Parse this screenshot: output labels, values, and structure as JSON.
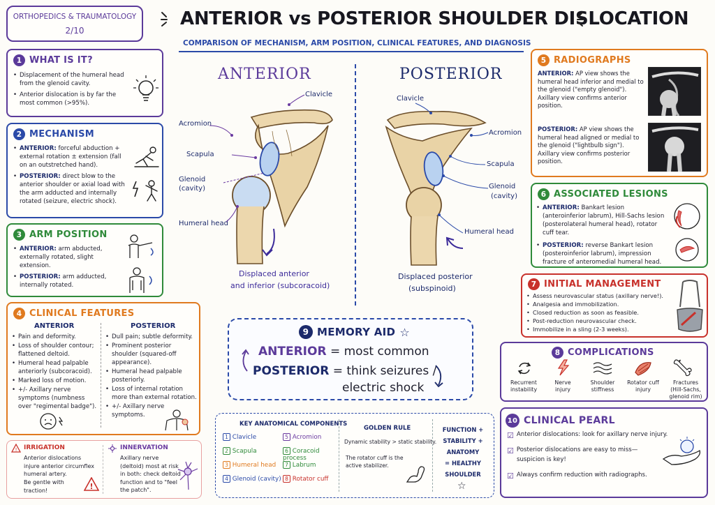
{
  "header": {
    "course": "ORTHOPEDICS & TRAUMATOLOGY",
    "page": "2/10",
    "title": "ANTERIOR vs POSTERIOR SHOULDER DISLOCATION",
    "subtitle": "COMPARISON OF MECHANISM, ARM POSITION, CLINICAL FEATURES, AND DIAGNOSIS"
  },
  "what_is_it": {
    "num": "1",
    "title": "WHAT IS IT?",
    "items": [
      "Displacement of the humeral head from the glenoid cavity.",
      "Anterior dislocation is by far the most common (>95%)."
    ],
    "icon": "lightbulb-icon"
  },
  "mechanism": {
    "num": "2",
    "title": "MECHANISM",
    "anterior_kw": "ANTERIOR:",
    "anterior": "forceful abduction + external rotation ± extension (fall on an outstretched hand).",
    "posterior_kw": "POSTERIOR:",
    "posterior": "direct blow to the anterior shoulder or axial load with the arm adducted and internally rotated (seizure, electric shock)."
  },
  "arm_position": {
    "num": "3",
    "title": "ARM POSITION",
    "anterior_kw": "ANTERIOR:",
    "anterior": "arm abducted, externally rotated, slight extension.",
    "posterior_kw": "POSTERIOR:",
    "posterior": "arm adducted, internally rotated."
  },
  "clinical": {
    "num": "4",
    "title": "CLINICAL FEATURES",
    "anterior_head": "ANTERIOR",
    "anterior": [
      "Pain and deformity.",
      "Loss of shoulder contour; flattened deltoid.",
      "Humeral head palpable anteriorly (subcoracoid).",
      "Marked loss of motion.",
      "+/- Axillary nerve symptoms (numbness over \"regimental badge\")."
    ],
    "posterior_head": "POSTERIOR",
    "posterior": [
      "Dull pain; subtle deformity.",
      "Prominent posterior shoulder (squared-off appearance).",
      "Humeral head palpable posteriorly.",
      "Loss of internal rotation more than external rotation.",
      "+/- Axillary nerve symptoms."
    ]
  },
  "irrigation": {
    "title": "IRRIGATION",
    "text": "Anterior dislocations injure anterior circumflex humeral artery.",
    "text2": "Be gentle with traction!"
  },
  "innervation": {
    "title": "INNERVATION",
    "text": "Axillary nerve (deltoid) most at risk in both: check deltoid function and to \"feel the patch\"."
  },
  "diagram": {
    "anterior_title": "ANTERIOR",
    "posterior_title": "POSTERIOR",
    "ant_labels": {
      "clavicle": "Clavicle",
      "acromion": "Acromion",
      "scapula": "Scapula",
      "glenoid": "Glenoid",
      "glenoid2": "(cavity)",
      "humeral_head": "Humeral head"
    },
    "post_labels": {
      "clavicle": "Clavicle",
      "acromion": "Acromion",
      "scapula": "Scapula",
      "glenoid": "Glenoid",
      "glenoid2": "(cavity)",
      "humeral_head": "Humeral head"
    },
    "ant_caption1": "Displaced anterior",
    "ant_caption2": "and inferior (subcoracoid)",
    "post_caption1": "Displaced posterior",
    "post_caption2": "(subspinoid)"
  },
  "memory": {
    "num": "9",
    "title": "MEMORY AID",
    "l1_kw": "ANTERIOR",
    "l1": "= most common",
    "l2_kw": "POSTERIOR",
    "l2": "= think seizures /",
    "l3": "electric shock"
  },
  "components": {
    "title": "KEY ANATOMICAL COMPONENTS",
    "items": [
      {
        "n": "1",
        "t": "Clavicle",
        "c": "#2b4aa8"
      },
      {
        "n": "2",
        "t": "Scapula",
        "c": "#2f8a3a"
      },
      {
        "n": "3",
        "t": "Humeral head",
        "c": "#e07a1f"
      },
      {
        "n": "4",
        "t": "Glenoid (cavity)",
        "c": "#2b4aa8"
      },
      {
        "n": "5",
        "t": "Acromion",
        "c": "#6a3aa0"
      },
      {
        "n": "6",
        "t": "Coracoid process",
        "c": "#2f8a3a"
      },
      {
        "n": "7",
        "t": "Labrum",
        "c": "#2f8a3a"
      },
      {
        "n": "8",
        "t": "Rotator cuff",
        "c": "#c8312b"
      }
    ],
    "golden_title": "GOLDEN RULE",
    "golden1": "Dynamic stability > static stability.",
    "golden2": "The rotator cuff is the active stabilizer.",
    "func": [
      "FUNCTION +",
      "STABILITY +",
      "ANATOMY",
      "= HEALTHY",
      "SHOULDER"
    ]
  },
  "radiographs": {
    "num": "5",
    "title": "RADIOGRAPHS",
    "anterior_kw": "ANTERIOR:",
    "anterior": "AP view shows the humeral head inferior and medial to the glenoid (\"empty glenoid\"). Axillary view confirms anterior position.",
    "posterior_kw": "POSTERIOR:",
    "posterior": "AP view shows the humeral head aligned or medial to the glenoid (\"lightbulb sign\"). Axillary view confirms posterior position."
  },
  "lesions": {
    "num": "6",
    "title": "ASSOCIATED LESIONS",
    "anterior_kw": "ANTERIOR:",
    "anterior": "Bankart lesion (anteroinferior labrum), Hill-Sachs lesion (posterolateral humeral head), rotator cuff tear.",
    "posterior_kw": "POSTERIOR:",
    "posterior": "reverse Bankart lesion (posteroinferior labrum), impression fracture of anteromedial humeral head."
  },
  "management": {
    "num": "7",
    "title": "INITIAL MANAGEMENT",
    "items": [
      "Assess neurovascular status (axillary nerve!).",
      "Analgesia and immobilization.",
      "Closed reduction as soon as feasible.",
      "Post-reduction neurovascular check.",
      "Immobilize in a sling (2-3 weeks)."
    ]
  },
  "complications": {
    "num": "8",
    "title": "COMPLICATIONS",
    "items": [
      {
        "l1": "Recurrent",
        "l2": "instability",
        "l3": "",
        "icon": "recurrent-arrows-icon"
      },
      {
        "l1": "Nerve",
        "l2": "injury",
        "l3": "",
        "icon": "lightning-icon"
      },
      {
        "l1": "Shoulder",
        "l2": "stiffness",
        "l3": "",
        "icon": "stiffness-waves-icon"
      },
      {
        "l1": "Rotator cuff",
        "l2": "injury",
        "l3": "",
        "icon": "muscle-icon"
      },
      {
        "l1": "Fractures",
        "l2": "(Hill-Sachs,",
        "l3": "glenoid rim)",
        "icon": "bone-icon"
      }
    ]
  },
  "pearl": {
    "num": "10",
    "title": "CLINICAL PEARL",
    "items": [
      "Anterior dislocations: look for axillary nerve injury.",
      "Posterior dislocations are easy to miss—",
      "suspicion is key!",
      "Always confirm reduction with radiographs."
    ]
  },
  "colors": {
    "purple": "#5b3a9a",
    "navy": "#1c2a6b",
    "blue": "#2b4aa8",
    "green": "#2f8a3a",
    "orange": "#e07a1f",
    "red": "#c8312b"
  }
}
